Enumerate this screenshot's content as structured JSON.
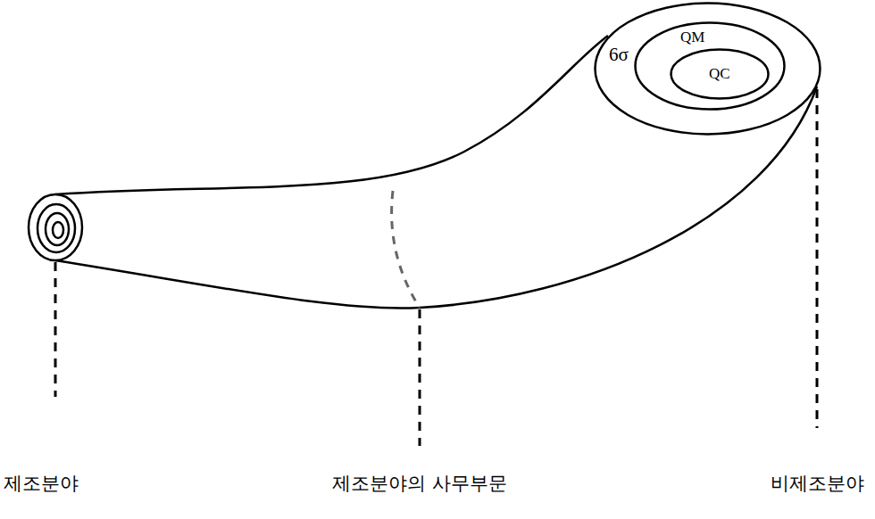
{
  "diagram": {
    "nodes": [
      {
        "text": [
          "6σ"
        ]
      },
      {
        "text": [
          "QM"
        ],
        "in": 0
      },
      {
        "text": [
          "QC"
        ],
        "in": 1
      }
    ],
    "labels": [
      "제조분야",
      "제조분야의 사무부문",
      "비제조분야"
    ]
  }
}
